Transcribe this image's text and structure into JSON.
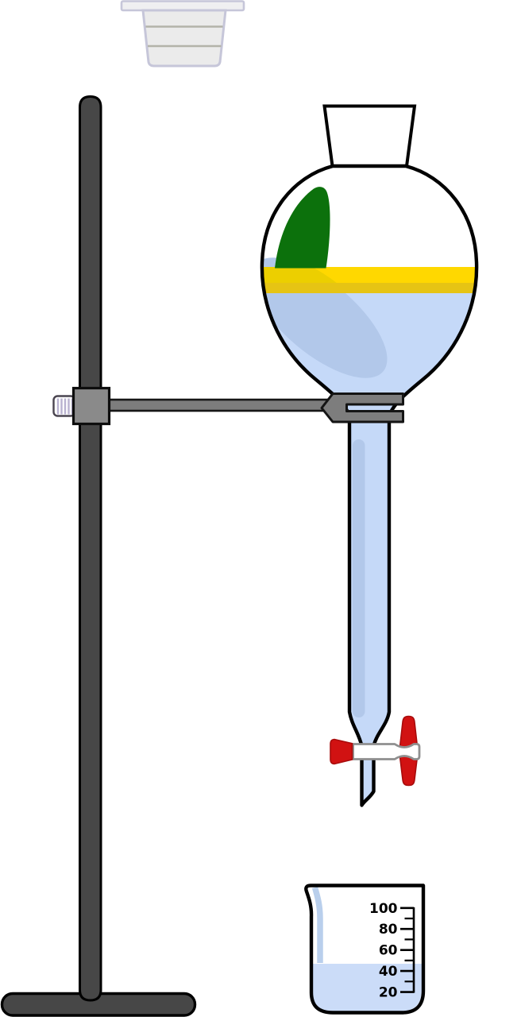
{
  "scene": {
    "description": "Separating funnel with layered liquids held by a clamp on a retort stand, stopcock above a graduated beaker, ground-glass stopper at top",
    "parts": [
      "glass-stopper",
      "retort-stand",
      "clamp",
      "separating-funnel",
      "green-liquid-layer",
      "yellow-liquid-layer",
      "blue-liquid",
      "stopcock",
      "beaker"
    ]
  },
  "colors": {
    "green_layer": "#0c710c",
    "yellow_layer": "#ffd800",
    "yellow_layer_shadow": "#eccf00",
    "yellow_layer_bottom": "#e6c414",
    "blue_liquid": "#c5d9f8",
    "blue_liquid_shadow": "#b2c8ea",
    "stopcock_red": "#d11212",
    "stand_gray": "#474747",
    "clamp_gray": "#7d7d7d",
    "clamp_block_gray": "#8a8a8a",
    "beaker_liquid": "#cbdcf8",
    "beaker_glass_highlight": "#b9cfec",
    "stopper_fill": "#ebebeb",
    "stopper_outline": "#c6c6d9"
  },
  "beaker": {
    "scale_labels": [
      "100",
      "80",
      "60",
      "40",
      "20"
    ],
    "liquid_level_approx": 47
  }
}
